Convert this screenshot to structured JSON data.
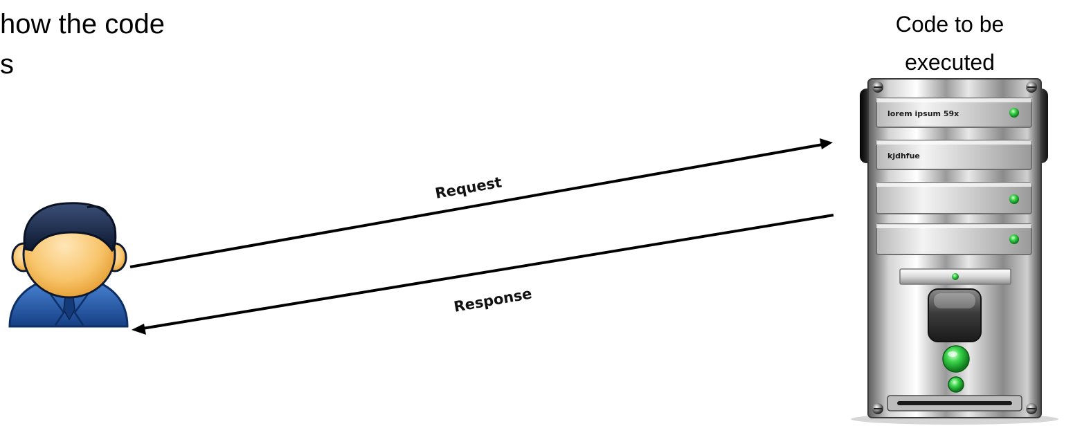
{
  "heading": {
    "line1": "how the code",
    "line2": "s"
  },
  "server": {
    "caption_line1": "Code to be",
    "caption_line2": "executed",
    "slots": [
      {
        "label": "lorem ipsum 59x",
        "led": "green"
      },
      {
        "label": "kjdhfue",
        "led": "none"
      },
      {
        "label": "",
        "led": "green"
      },
      {
        "label": "",
        "led": "green"
      }
    ]
  },
  "flows": {
    "request_label": "Request",
    "response_label": "Response"
  },
  "colors": {
    "led_green": "#2fcf3a",
    "arrow": "#000000",
    "user_suit": "#1f5aa8",
    "user_hair": "#16233f",
    "user_skin": "#f6b652"
  },
  "icons": {
    "client": "user-avatar-icon",
    "server": "server-tower-icon"
  }
}
